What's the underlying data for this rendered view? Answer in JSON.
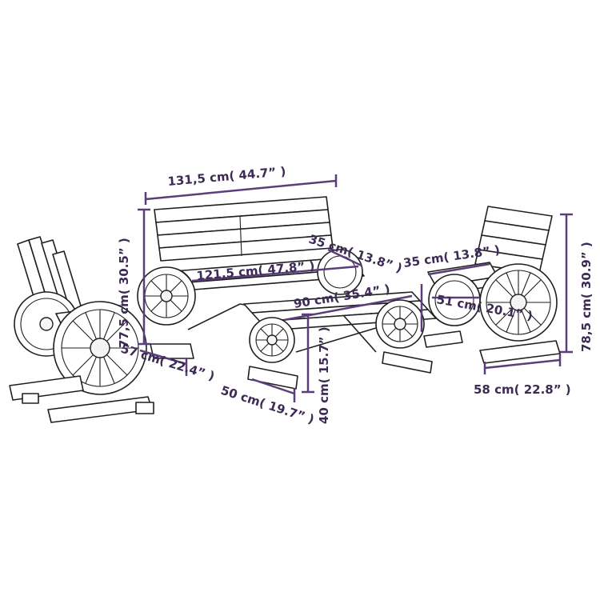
{
  "dimensions": {
    "bench_width": "131,5 cm( 44.7” )",
    "bench_height": "77,5 cm( 30.5” )",
    "bench_seat_width": "121,5 cm( 47.8” )",
    "bench_depth": "57 cm( 22.4” )",
    "table_width": "90 cm( 35.4” )",
    "table_height": "40 cm( 15.7” )",
    "table_depth": "50 cm( 19.7” )",
    "chair_seat_depth": "35 cm( 13.8” )",
    "chair_seat_width": "35 cm( 13.8” )",
    "chair_seat_height": "51 cm( 20.1” )",
    "chair_height": "78,5 cm( 30.9” )",
    "chair_depth": "58 cm( 22.8” )"
  },
  "colors": {
    "dimension_lines": "#5b3d7a",
    "dimension_text": "#3d2a55",
    "outline": "#1f1f1f"
  }
}
